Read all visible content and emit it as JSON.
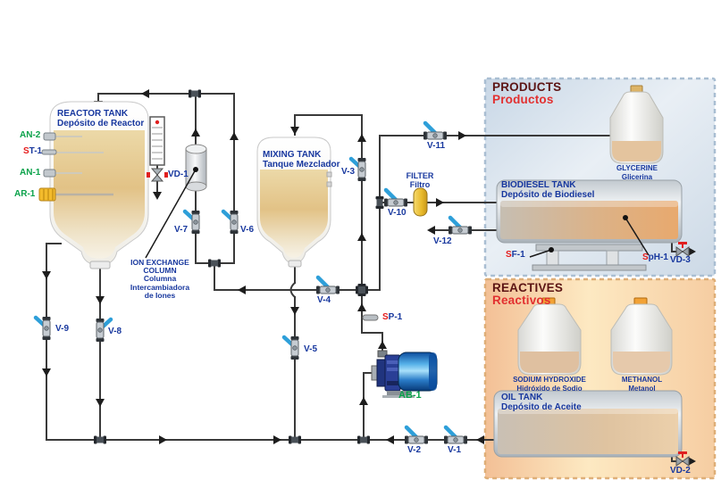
{
  "colors": {
    "pipe": "#3a3a3a",
    "valve_handle_blue": "#2e9fd9",
    "label_blue": "#17379e",
    "label_green": "#0aa24a",
    "label_red": "#e51c1c",
    "header_dark_red": "#5c1414",
    "header_red": "#e23030",
    "products_bg": "#d9e4ee",
    "reactives_bg": "#f8ddb4",
    "filter_yellow": "#e8b92a"
  },
  "reactor": {
    "title": "REACTOR TANK",
    "subtitle": "Depósito de Reactor"
  },
  "mixing_tank": {
    "title": "MIXING TANK",
    "subtitle": "Tanque Mezclador"
  },
  "ion_exchange": {
    "lines": [
      "ION EXCHANGE",
      "COLUMN",
      "Columna",
      "Intercambiadora",
      "de Iones"
    ]
  },
  "filter": {
    "title": "FILTER",
    "subtitle": "Filtro"
  },
  "products": {
    "title": "PRODUCTS",
    "subtitle": "Productos",
    "glycerine": {
      "title": "GLYCERINE",
      "subtitle": "Glicerina"
    },
    "biodiesel": {
      "title": "BIODIESEL TANK",
      "subtitle": "Depósito de Biodiesel"
    }
  },
  "reactives": {
    "title": "REACTIVES",
    "subtitle": "Reactivos",
    "sodium_hydroxide": {
      "title": "SODIUM HYDROXIDE",
      "subtitle": "Hidróxido de Sodio"
    },
    "methanol": {
      "title": "METHANOL",
      "subtitle": "Metanol"
    },
    "oil_tank": {
      "title": "OIL TANK",
      "subtitle": "Depósito de Aceite"
    }
  },
  "valves": {
    "v1": "V-1",
    "v2": "V-2",
    "v3": "V-3",
    "v4": "V-4",
    "v5": "V-5",
    "v6": "V-6",
    "v7": "V-7",
    "v8": "V-8",
    "v9": "V-9",
    "v10": "V-10",
    "v11": "V-11",
    "v12": "V-12",
    "vd1": "VD-1",
    "vd2": "VD-2",
    "vd3": "VD-3"
  },
  "sensors": {
    "an2": "AN-2",
    "an1": "AN-1",
    "ar1": "AR-1",
    "ab1": "AB-1",
    "st1": {
      "prefix": "S",
      "rest": "T-1"
    },
    "sp1": {
      "prefix": "S",
      "rest": "P-1"
    },
    "sf1": {
      "prefix": "S",
      "rest": "F-1"
    },
    "sph1": {
      "prefix": "S",
      "rest": "pH-1"
    }
  }
}
